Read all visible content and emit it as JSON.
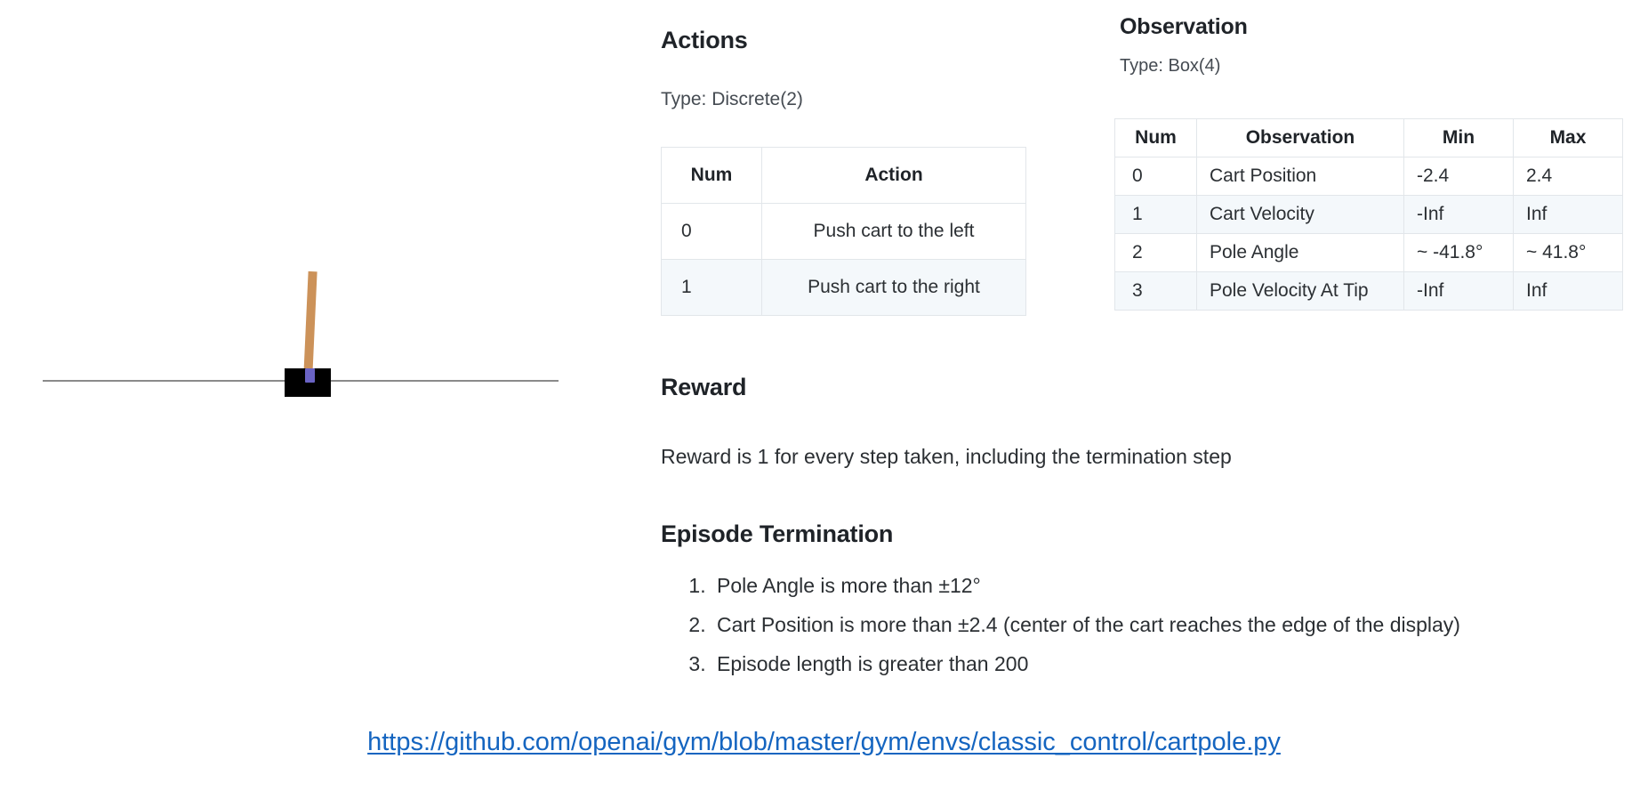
{
  "simulation": {
    "name": "CartPole environment render",
    "colors": {
      "cart": "#000000",
      "pole": "#cc9259",
      "axle": "#6a63c4",
      "track": "#8a8a8a",
      "background": "#ffffff"
    },
    "pole_tilt_degrees": 2.6
  },
  "actions": {
    "heading": "Actions",
    "type_label": "Type: Discrete(2)",
    "columns": [
      "Num",
      "Action"
    ],
    "rows": [
      {
        "num": "0",
        "action": "Push cart to the left"
      },
      {
        "num": "1",
        "action": "Push cart to the right"
      }
    ]
  },
  "observation": {
    "heading": "Observation",
    "type_label": "Type: Box(4)",
    "columns": [
      "Num",
      "Observation",
      "Min",
      "Max"
    ],
    "rows": [
      {
        "num": "0",
        "name": "Cart Position",
        "min": "-2.4",
        "max": "2.4"
      },
      {
        "num": "1",
        "name": "Cart Velocity",
        "min": "-Inf",
        "max": "Inf"
      },
      {
        "num": "2",
        "name": "Pole Angle",
        "min": "~ -41.8°",
        "max": "~ 41.8°"
      },
      {
        "num": "3",
        "name": "Pole Velocity At Tip",
        "min": "-Inf",
        "max": "Inf"
      }
    ]
  },
  "reward": {
    "heading": "Reward",
    "text": "Reward is 1 for every step taken, including the termination step"
  },
  "termination": {
    "heading": "Episode Termination",
    "items": [
      "Pole Angle is more than ±12°",
      "Cart Position is more than ±2.4 (center of the cart reaches the edge of the display)",
      "Episode length is greater than 200"
    ]
  },
  "footer": {
    "link_text": "https://github.com/openai/gym/blob/master/gym/envs/classic_control/cartpole.py",
    "link_color": "#1565c0"
  }
}
